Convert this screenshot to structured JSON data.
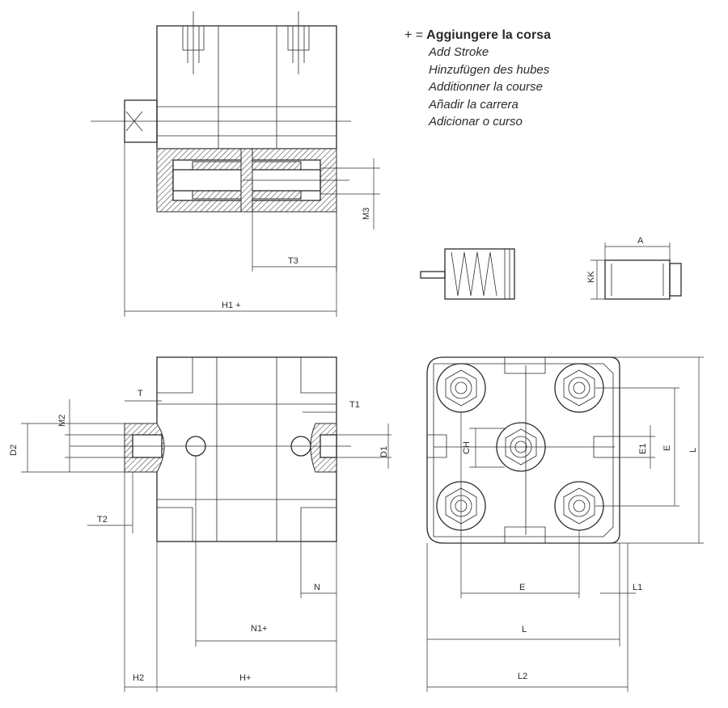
{
  "legend": {
    "symbol": "+ =",
    "main": "Aggiungere la corsa",
    "translations": [
      "Add Stroke",
      "Hinzufügen des hubes",
      "Additionner la course",
      "Añadir la carrera",
      "Adicionar o curso"
    ]
  },
  "labels": {
    "M3": "M3",
    "T3": "T3",
    "H1": "H1 +",
    "A": "A",
    "KK": "KK",
    "M2": "M2",
    "D2": "D2",
    "T": "T",
    "T1": "T1",
    "D1": "D1",
    "T2": "T2",
    "N": "N",
    "N1": "N1+",
    "H2": "H2",
    "H": "H+",
    "CH": "CH",
    "E1": "E1",
    "E_v": "E",
    "L_v": "L",
    "E_h": "E",
    "L1": "L1",
    "L_h": "L",
    "L2": "L2"
  }
}
